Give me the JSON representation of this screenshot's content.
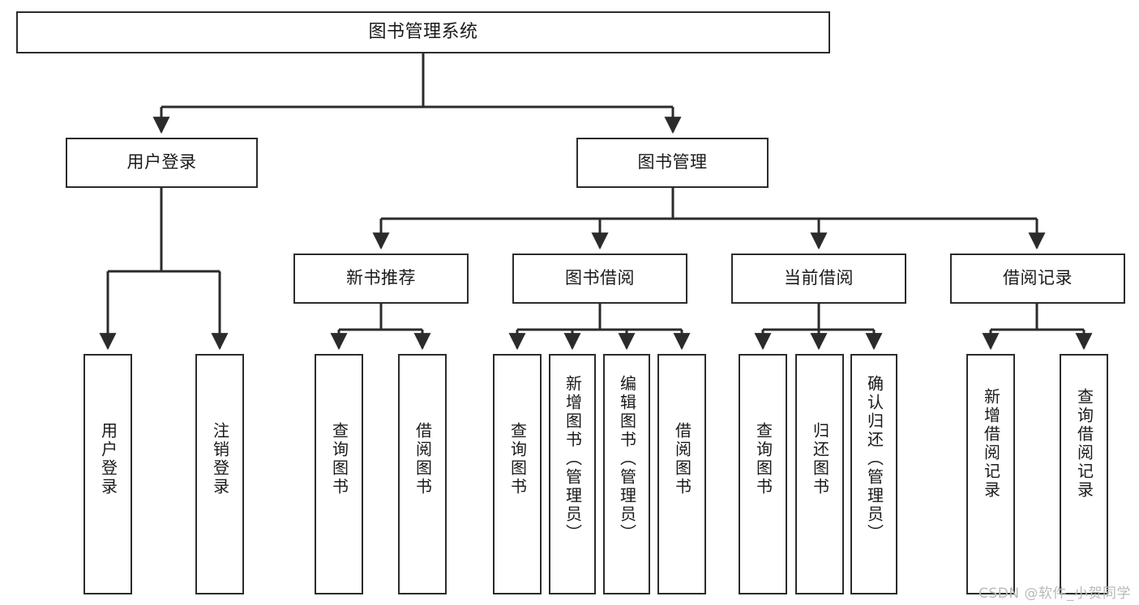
{
  "diagram": {
    "title": "图书管理系统",
    "type": "tree-hierarchy",
    "watermark": "CSDN @软件_小贺同学",
    "colors": {
      "border": "#2b2b2b",
      "background": "#ffffff",
      "text": "#1a1a1a",
      "connector": "#2b2b2b",
      "watermark": "#b9b9b9"
    },
    "root": {
      "label": "图书管理系统"
    },
    "level2": [
      {
        "label": "用户登录"
      },
      {
        "label": "图书管理"
      }
    ],
    "level3": [
      {
        "label": "新书推荐"
      },
      {
        "label": "图书借阅"
      },
      {
        "label": "当前借阅"
      },
      {
        "label": "借阅记录"
      }
    ],
    "login_leaves": [
      {
        "label": "用户登录"
      },
      {
        "label": "注销登录"
      }
    ],
    "recommend_leaves": [
      {
        "label": "查询图书"
      },
      {
        "label": "借阅图书"
      }
    ],
    "borrow_leaves": [
      {
        "label": "查询图书"
      },
      {
        "label": "新增图书（管理员）"
      },
      {
        "label": "编辑图书（管理员）"
      },
      {
        "label": "借阅图书"
      }
    ],
    "current_leaves": [
      {
        "label": "查询图书"
      },
      {
        "label": "归还图书"
      },
      {
        "label": "确认归还（管理员）"
      }
    ],
    "record_leaves": [
      {
        "label": "新增借阅记录"
      },
      {
        "label": "查询借阅记录"
      }
    ]
  }
}
